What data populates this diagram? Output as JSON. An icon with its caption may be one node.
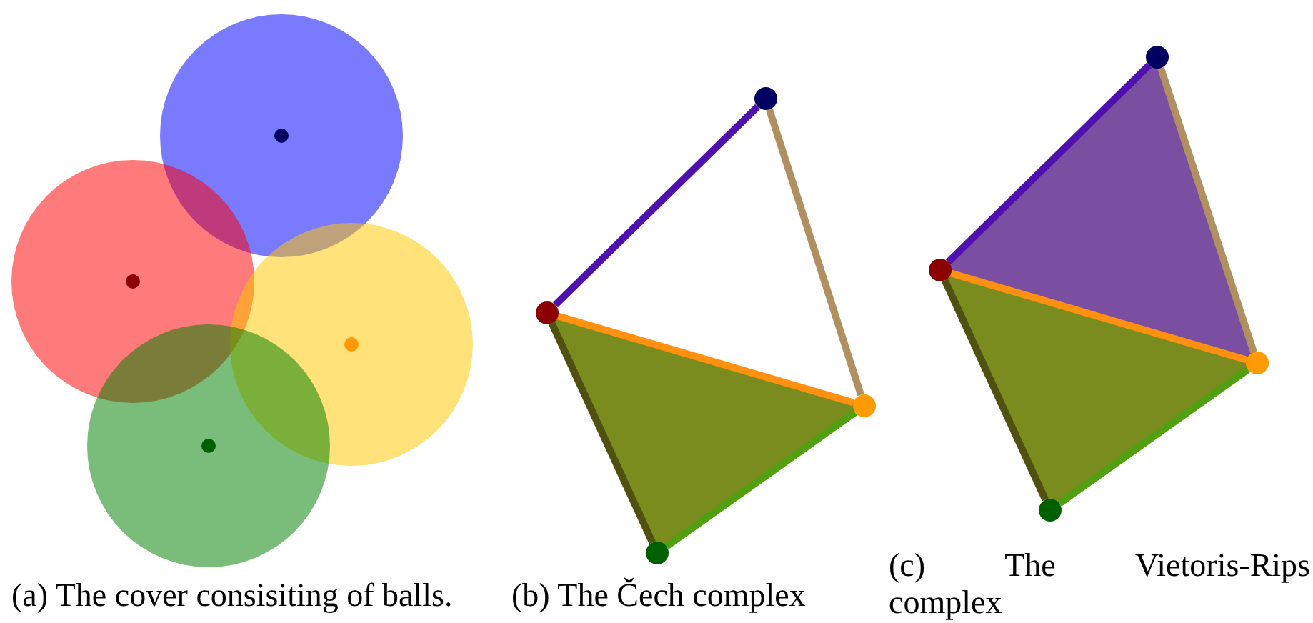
{
  "diagram": {
    "nodes": [
      {
        "text": [],
        "shape": "circle"
      },
      {
        "text": [],
        "shape": "circle"
      },
      {
        "text": [],
        "shape": "circle"
      },
      {
        "text": [],
        "shape": "circle"
      },
      {
        "text": [],
        "shape": "circle"
      },
      {
        "text": [],
        "shape": "circle"
      },
      {
        "text": [],
        "shape": "circle"
      },
      {
        "text": [],
        "shape": "circle"
      }
    ],
    "edges": [
      {
        "from": 0,
        "to": 2,
        "arrow": "none",
        "color": "#5010b0"
      },
      {
        "from": 2,
        "to": 3,
        "arrow": "none",
        "color": "#b09060"
      },
      {
        "from": 0,
        "to": 3,
        "arrow": "none",
        "color": "#ff9010"
      },
      {
        "from": 0,
        "to": 1,
        "arrow": "none",
        "color": "#505010"
      },
      {
        "from": 1,
        "to": 3,
        "arrow": "none",
        "color": "#50a010"
      },
      {
        "from": 4,
        "to": 6,
        "arrow": "none",
        "color": "#5010b0"
      },
      {
        "from": 6,
        "to": 7,
        "arrow": "none",
        "color": "#b09060"
      },
      {
        "from": 4,
        "to": 7,
        "arrow": "none",
        "color": "#ff9010"
      },
      {
        "from": 4,
        "to": 5,
        "arrow": "none",
        "color": "#505010"
      },
      {
        "from": 5,
        "to": 7,
        "arrow": "none",
        "color": "#50a010"
      }
    ],
    "labels": [
      "(a) The cover consisiting of balls.",
      "(b) The Čech complex",
      "(c) The Vietoris-Rips complex"
    ]
  }
}
